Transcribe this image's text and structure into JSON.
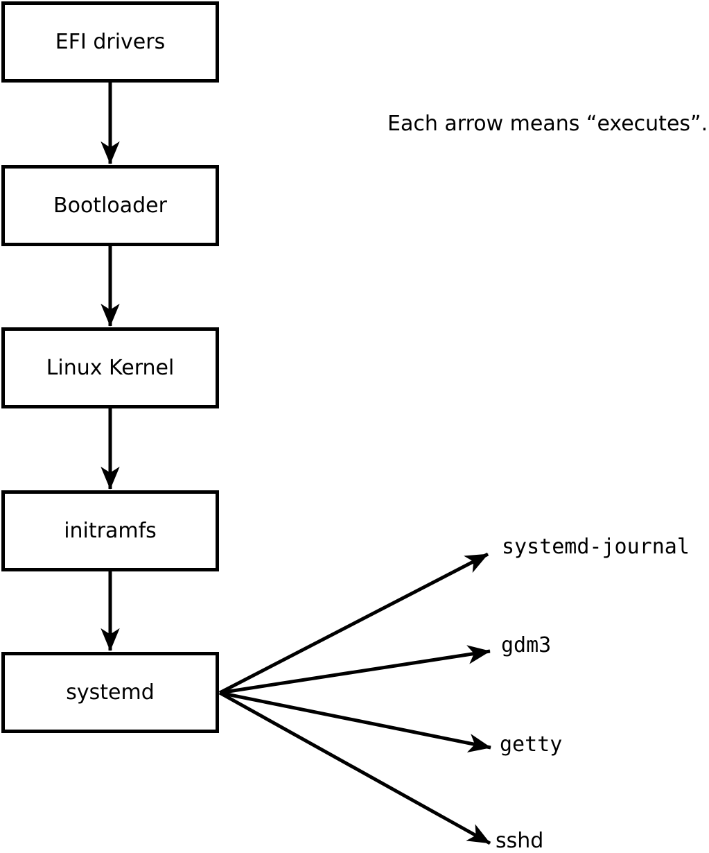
{
  "diagram": {
    "caption": "Each arrow means “executes”.",
    "arrow_meaning": "executes",
    "chain": [
      {
        "label": "EFI drivers"
      },
      {
        "label": "Bootloader"
      },
      {
        "label": "Linux Kernel"
      },
      {
        "label": "initramfs"
      },
      {
        "label": "systemd"
      }
    ],
    "spawned": [
      {
        "label": "systemd-journal"
      },
      {
        "label": "gdm3"
      },
      {
        "label": "getty"
      },
      {
        "label": "sshd"
      }
    ],
    "colors": {
      "line": "#000000",
      "box_fill": "#ffffff",
      "background": "#ffffff",
      "text": "#000000"
    }
  }
}
